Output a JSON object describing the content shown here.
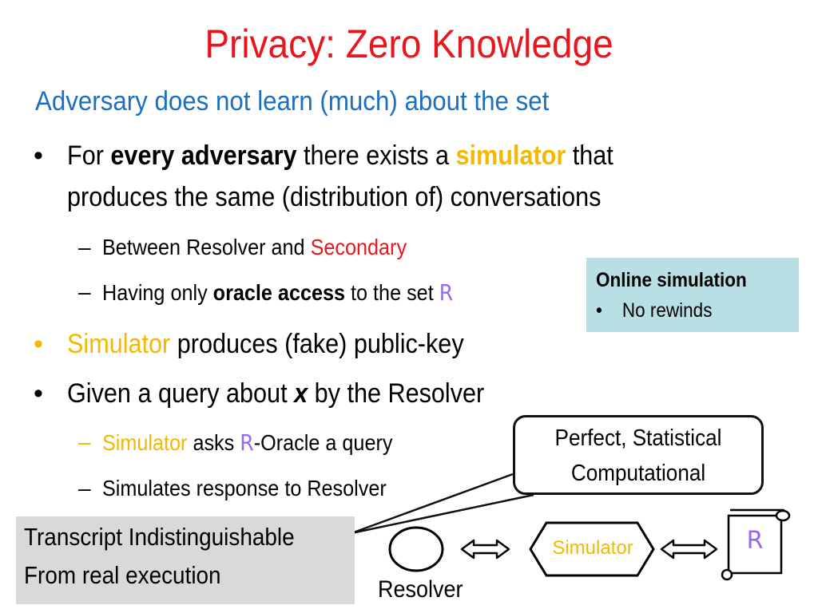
{
  "slide": {
    "title": "Privacy: Zero Knowledge",
    "subtitle": "Adversary does not learn (much) about the set",
    "bullet_char": "•",
    "dash_char": "–",
    "b1": {
      "pre": "For ",
      "bold": "every adversary",
      "mid": " there exists a ",
      "hl": "simulator",
      "post": " that",
      "line2": "produces the same (distribution of) conversations"
    },
    "s1": {
      "pre": "Between Resolver and ",
      "red": "Secondary"
    },
    "s2": {
      "pre": "Having only ",
      "bold": "oracle  access",
      "mid": " to the set ",
      "set": "R"
    },
    "b2": {
      "hl": "Simulator",
      "rest": " produces (fake) public-key"
    },
    "b3": {
      "pre": "Given a query about ",
      "var": "x",
      "post": " by the Resolver"
    },
    "s3": {
      "hl": "Simulator",
      "mid": " asks ",
      "set": "R",
      "post": "-Oracle a query"
    },
    "s4": {
      "text": "Simulates response to Resolver"
    }
  },
  "callout": {
    "title": "Online simulation",
    "bullet": "•",
    "item": "No rewinds"
  },
  "perfect_box": {
    "line1": "Perfect, Statistical",
    "line2": "Computational"
  },
  "transcript_box": {
    "line1": "Transcript Indistinguishable",
    "line2": "From real execution"
  },
  "diagram": {
    "resolver_label": "Resolver",
    "simulator_label": "Simulator",
    "set_label": "R"
  },
  "colors": {
    "title": "#e8161d",
    "subtitle": "#1a6fc1",
    "highlight": "#f5b800",
    "set": "#9966ee",
    "callout_bg": "#b8dfe3",
    "transcript_bg": "#d9d9d9"
  }
}
